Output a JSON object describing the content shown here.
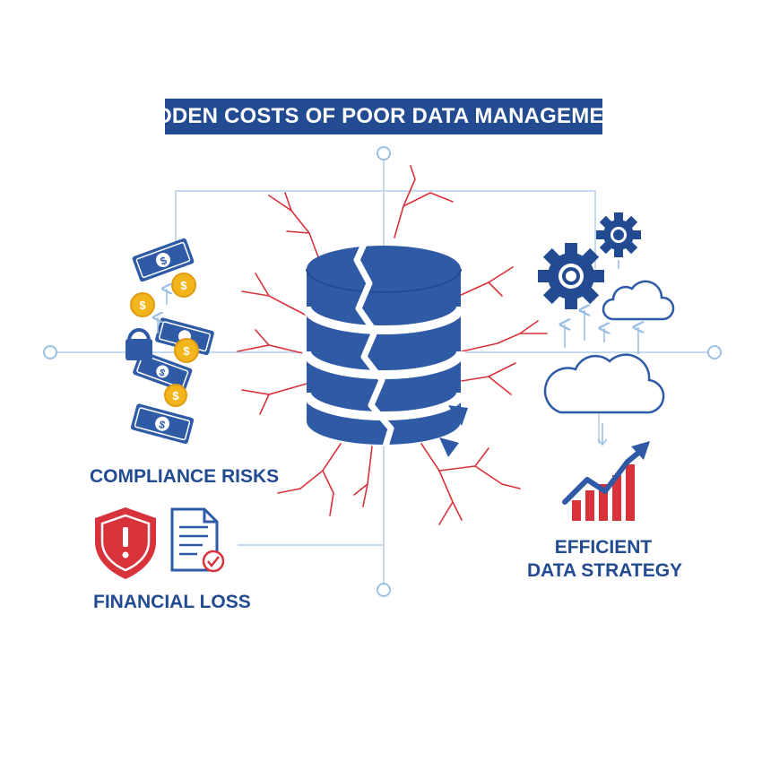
{
  "title": "HIDDEN COSTS OF POOR DATA MANAGEMENT",
  "labels": {
    "compliance_risks": "COMPLIANCE RISKS",
    "financial_loss": "FINANCIAL LOSS",
    "efficient_line1": "EFFICIENT",
    "efficient_line2": "DATA STRATEGY"
  },
  "colors": {
    "primary_blue": "#234b91",
    "database_blue": "#2f5aa6",
    "crack_red": "#d8323a",
    "connector_light_blue": "#c5daee",
    "coin_gold": "#f2b51b",
    "money_green_blue": "#2f5aa6",
    "alert_red": "#d8323a"
  },
  "icons": {
    "center": "cracked-database-icon",
    "left": [
      "money-bills-icon",
      "gold-coins-icon",
      "padlock-icon",
      "shield-alert-icon",
      "document-check-icon"
    ],
    "right": [
      "gears-icon",
      "cloud-icon",
      "upload-arrows-icon",
      "growth-chart-icon"
    ]
  }
}
